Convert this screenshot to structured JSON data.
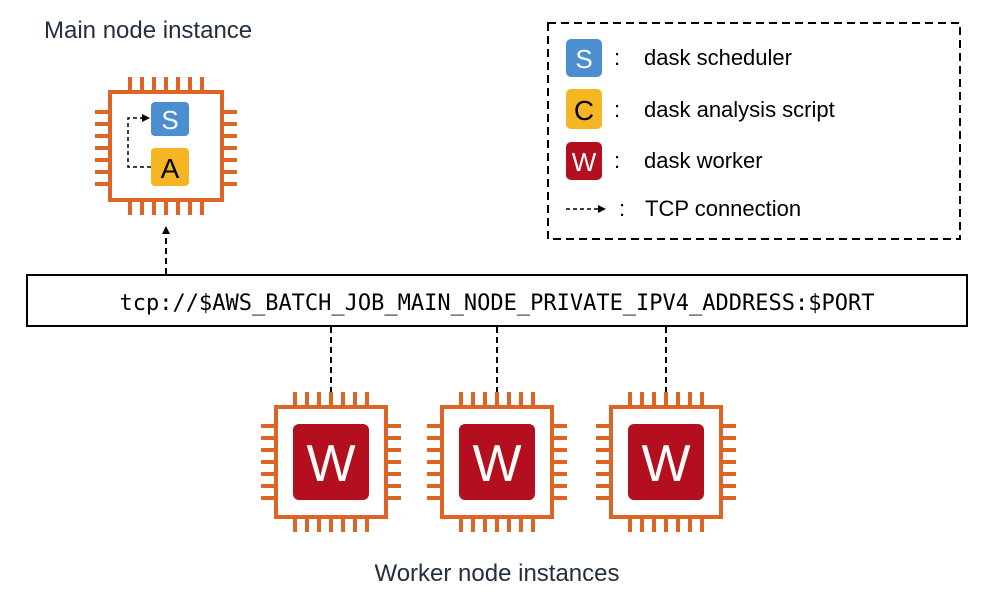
{
  "main_label": "Main node instance",
  "worker_label": "Worker node instances",
  "address_text": "tcp://$AWS_BATCH_JOB_MAIN_NODE_PRIVATE_IPV4_ADDRESS:$PORT",
  "main_chip": {
    "scheduler_badge": "S",
    "analysis_badge": "A"
  },
  "workers": [
    {
      "badge": "W"
    },
    {
      "badge": "W"
    },
    {
      "badge": "W"
    }
  ],
  "legend": {
    "items": [
      {
        "badge": "S",
        "sep": ":",
        "label": "dask scheduler",
        "color": "#4b8fd0"
      },
      {
        "badge": "C",
        "sep": ":",
        "label": "dask analysis script",
        "color": "#f6b623"
      },
      {
        "badge": "W",
        "sep": ":",
        "label": "dask worker",
        "color": "#b30f1e"
      },
      {
        "badge": "",
        "sep": ":",
        "label": "TCP connection",
        "color": "#000000"
      }
    ]
  },
  "colors": {
    "chip_outline": "#dc6526",
    "scheduler": "#4b8fd0",
    "analysis": "#f6b623",
    "worker": "#b30f1e",
    "text": "#232f3e"
  }
}
